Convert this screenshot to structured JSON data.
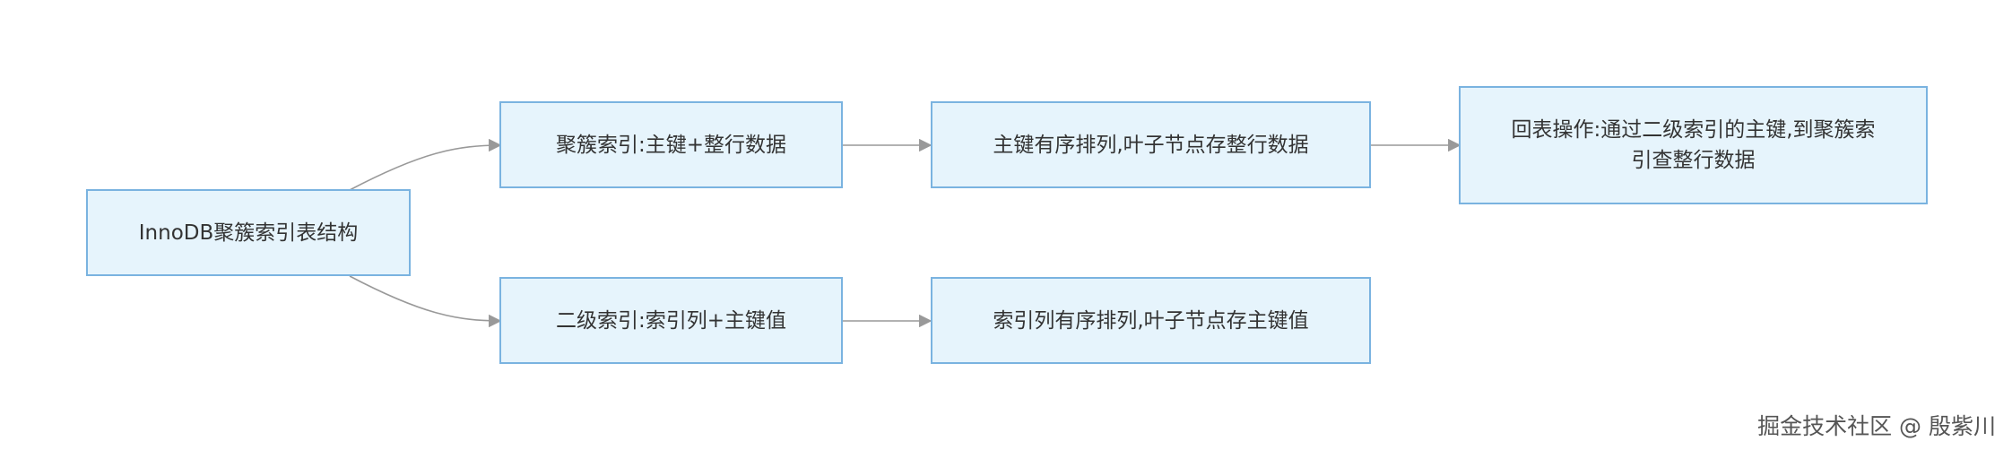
{
  "diagram": {
    "root": "InnoDB聚簇索引表结构",
    "clustered_index": "聚簇索引:主键+整行数据",
    "clustered_leaf": "主键有序排列,叶子节点存整行数据",
    "lookup": "回表操作:通过二级索引的主键,到聚簇索引查整行数据",
    "secondary_index": "二级索引:索引列+主键值",
    "secondary_leaf": "索引列有序排列,叶子节点存主键值"
  },
  "watermark": "掘金技术社区 @ 殷紫川",
  "colors": {
    "node_fill": "#e6f4fc",
    "node_border": "#7ab3e0",
    "edge": "#999999"
  }
}
